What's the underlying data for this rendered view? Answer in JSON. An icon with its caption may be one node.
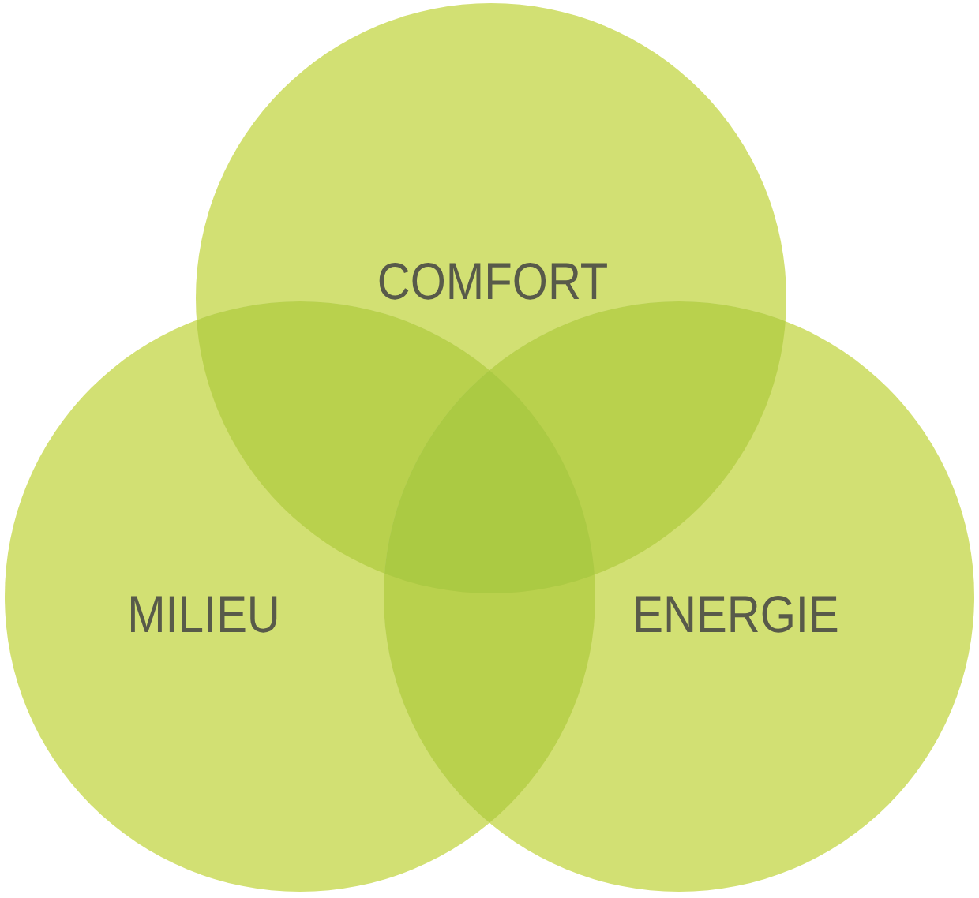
{
  "diagram": {
    "nodes": [
      {
        "text": [
          "COMFORT"
        ]
      },
      {
        "text": [
          "MILIEU"
        ]
      },
      {
        "text": [
          "ENERGIE"
        ]
      }
    ]
  }
}
